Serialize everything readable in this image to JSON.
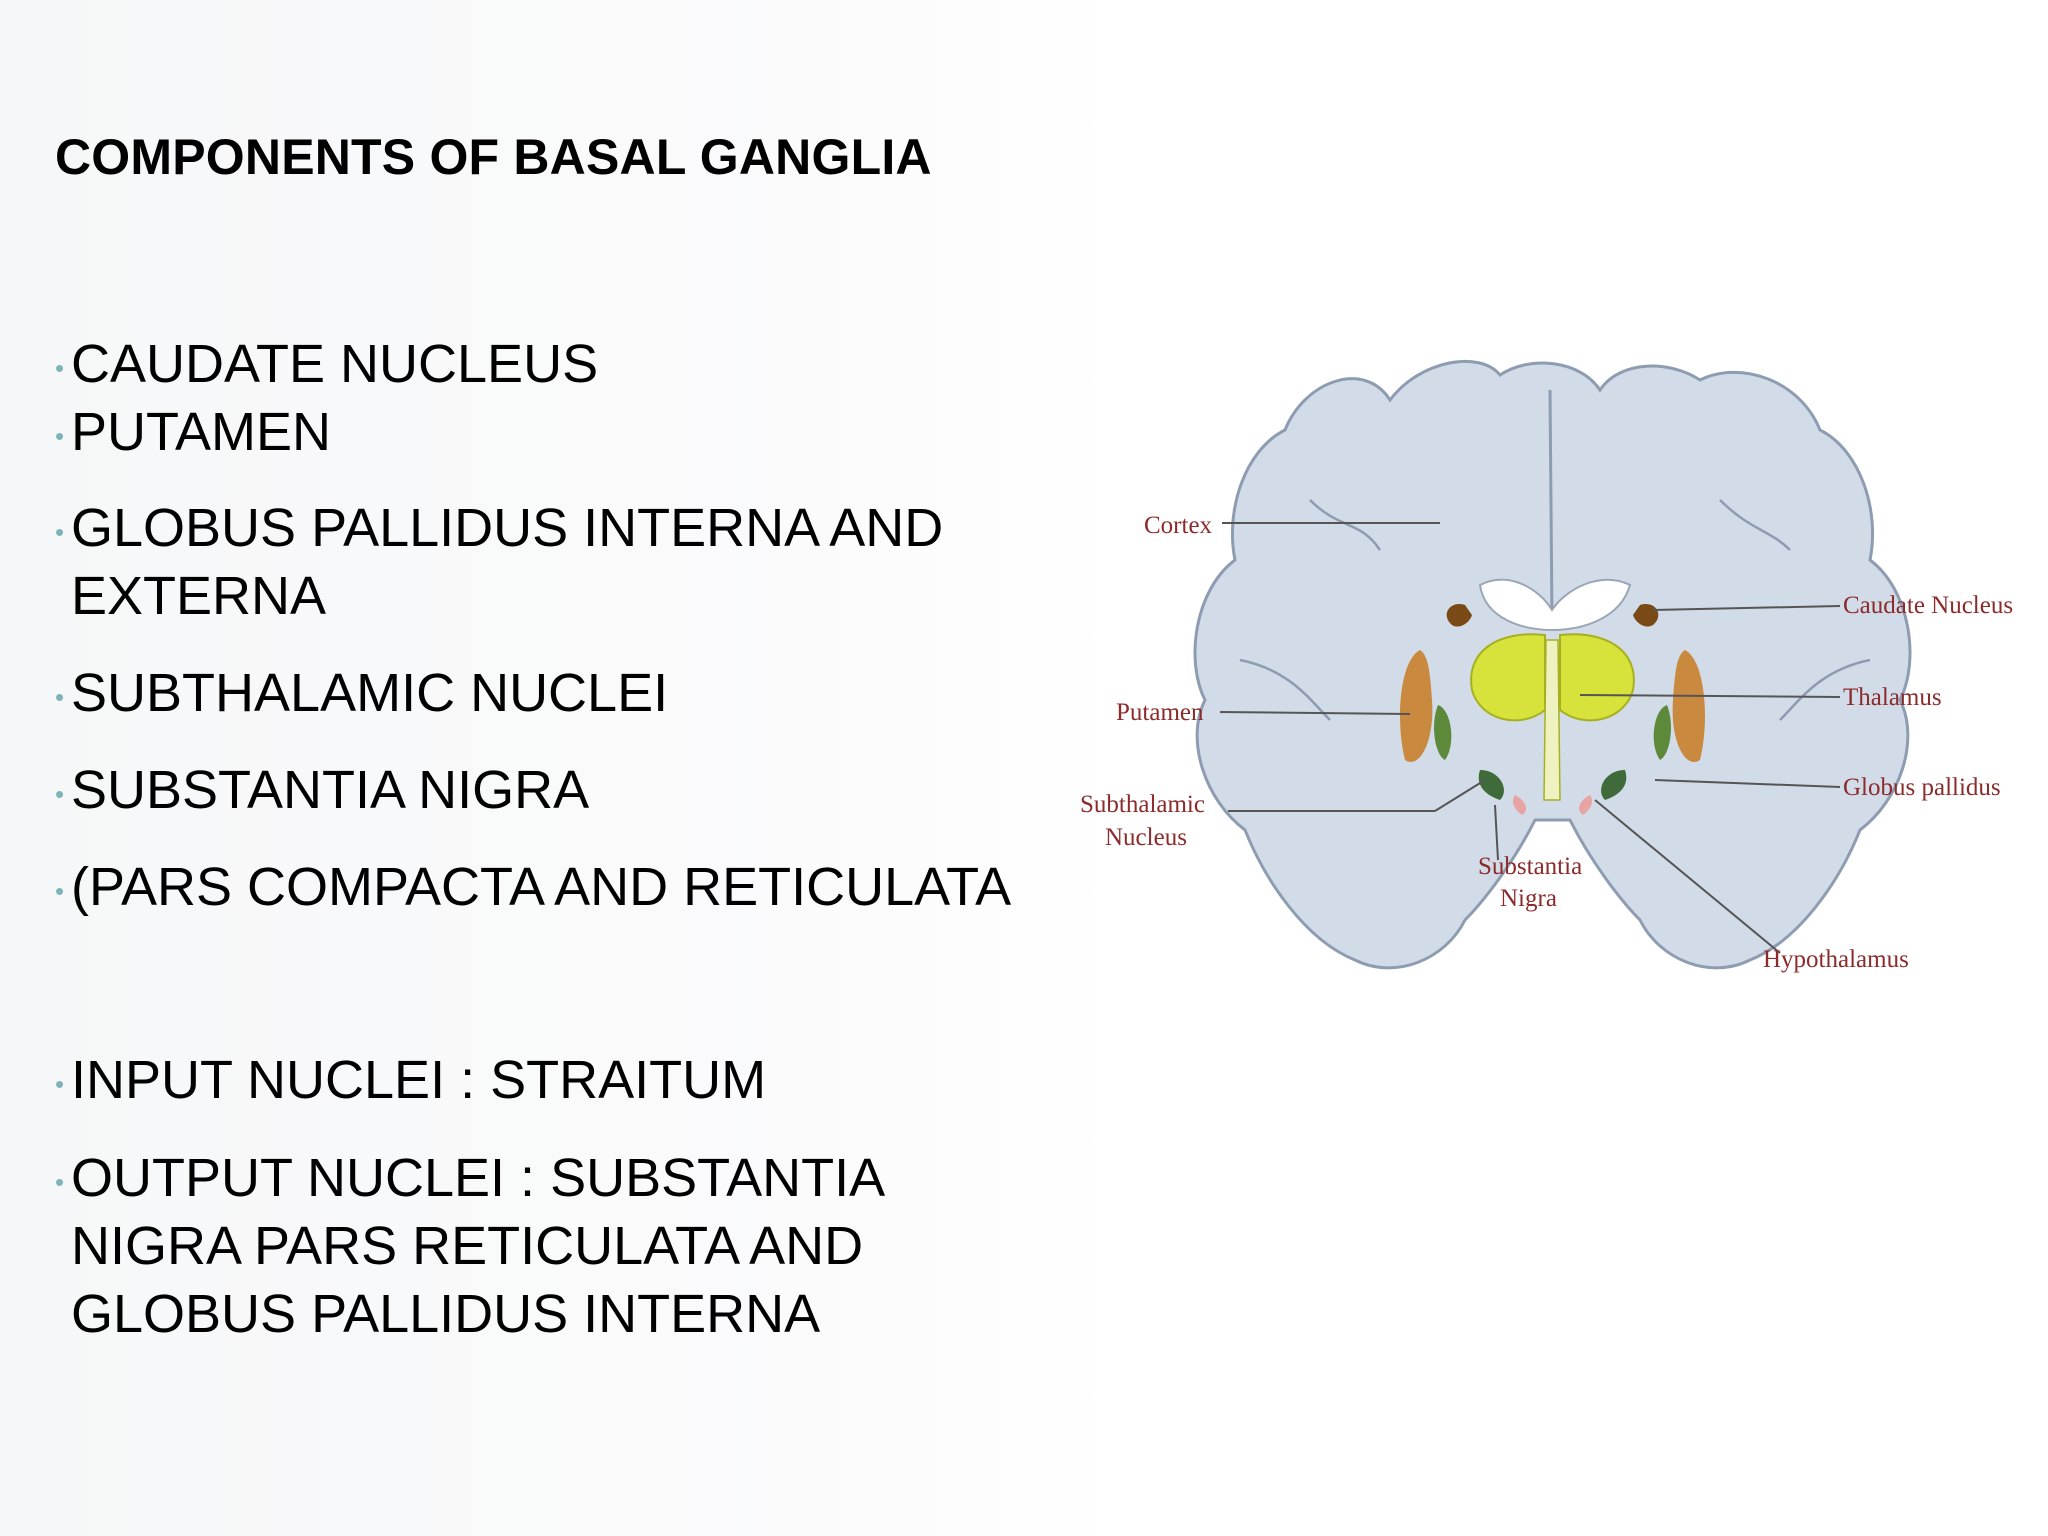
{
  "slide": {
    "title": "COMPONENTS OF BASAL GANGLIA",
    "bullets": [
      {
        "text": " CAUDATE NUCLEUS"
      },
      {
        "text": " PUTAMEN"
      },
      {
        "line1": " GLOBUS PALLIDUS INTERNA AND",
        "line2": "EXTERNA"
      },
      {
        "text": " SUBTHALAMIC NUCLEI"
      },
      {
        "text": " SUBSTANTIA NIGRA"
      },
      {
        "text": "(PARS COMPACTA AND RETICULATA"
      },
      {
        "text": "INPUT NUCLEI : STRAITUM"
      },
      {
        "line1": "OUTPUT NUCLEI : SUBSTANTIA",
        "line2": "NIGRA PARS RETICULATA AND",
        "line3": "GLOBUS PALLIDUS INTERNA"
      }
    ],
    "bullet_color": "#7fb3ba"
  },
  "diagram": {
    "labels": {
      "cortex": "Cortex",
      "putamen": "Putamen",
      "subthalamic_1": "Subthalamic",
      "subthalamic_2": "Nucleus",
      "substantia_1": "Substantia",
      "substantia_2": "Nigra",
      "caudate": "Caudate Nucleus",
      "thalamus": "Thalamus",
      "globus": "Globus pallidus",
      "hypothalamus": "Hypothalamus"
    },
    "colors": {
      "brain": "#d2dce8",
      "brain_edge": "#8e9cb2",
      "thalamus": "#d7e23a",
      "putamen": "#c98a3f",
      "caudate": "#7a4a16",
      "globus": "#5d8a3a",
      "label": "#8b2b2b"
    }
  }
}
